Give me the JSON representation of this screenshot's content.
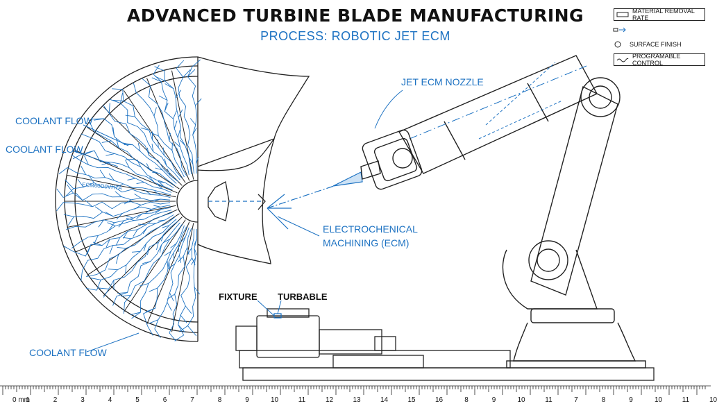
{
  "header": {
    "title": "ADVANCED TURBINE BLADE MANUFACTURING",
    "subtitle": "PROCESS: ROBOTIC JET ECM"
  },
  "legend": {
    "items": [
      {
        "label": "MATERIAL REMOVAL RATE",
        "icon": "rectangle-icon"
      },
      {
        "label": "",
        "icon": "arrow-flow-icon"
      },
      {
        "label": "SURFACE FINISH",
        "icon": "circle-icon"
      },
      {
        "label": "PROGRAMABLE CONTROL",
        "icon": "wave-icon"
      }
    ]
  },
  "labels": {
    "coolant_flow_1": "COOLANT FLOW",
    "coolant_flow_2": "COOLANT FLOW",
    "coolant_flow_3": "COOLANT FLOW",
    "jet_nozzle": "JET ECM NOZZLE",
    "ecm_line1": "ELECTROCHENICAL",
    "ecm_line2": "MACHINING (ECM)",
    "fixture": "FIXTURE",
    "turbable": "TURBABLE",
    "blade_code": "ECM60D0VH7A"
  },
  "ruler": {
    "unit": "0 mm",
    "tick_labels": [
      "1",
      "2",
      "3",
      "4",
      "5",
      "6",
      "7",
      "8",
      "9",
      "10",
      "11",
      "12",
      "13",
      "14",
      "15",
      "16",
      "8",
      "9",
      "10",
      "11",
      "7",
      "8",
      "9",
      "10",
      "11",
      "10"
    ]
  },
  "colors": {
    "ink": "#222222",
    "accent": "#1d72c2"
  }
}
